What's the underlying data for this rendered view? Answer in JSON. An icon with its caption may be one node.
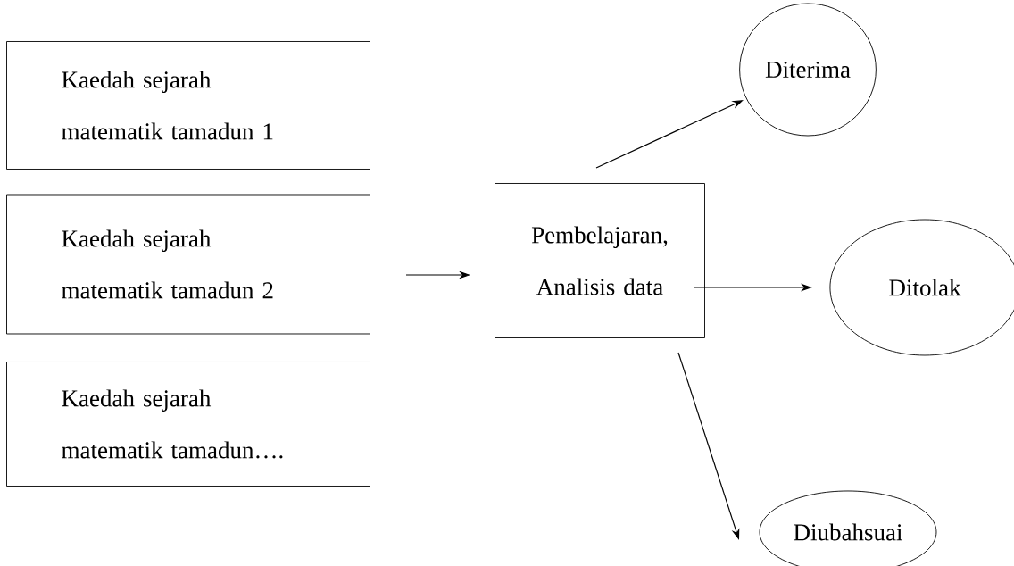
{
  "diagram": {
    "nodes": [
      {
        "text": [
          "Kaedah sejarah matematik tamadun 1"
        ]
      },
      {
        "text": [
          "Kaedah sejarah matematik tamadun 2"
        ]
      },
      {
        "text": [
          "Kaedah sejarah matematik tamadun…."
        ]
      },
      {
        "text": [
          "Pembelajaran, Analisis data"
        ]
      },
      {
        "text": [
          "Diterima"
        ]
      },
      {
        "text": [
          "Ditolak"
        ]
      },
      {
        "text": [
          "Diubahsuai"
        ]
      }
    ],
    "edges": [
      {
        "from": 1,
        "to": 3,
        "arrow": "to"
      },
      {
        "from": 3,
        "to": 4,
        "arrow": "to"
      },
      {
        "from": 3,
        "to": 5,
        "arrow": "to"
      },
      {
        "from": 3,
        "to": 6,
        "arrow": "to"
      }
    ]
  }
}
